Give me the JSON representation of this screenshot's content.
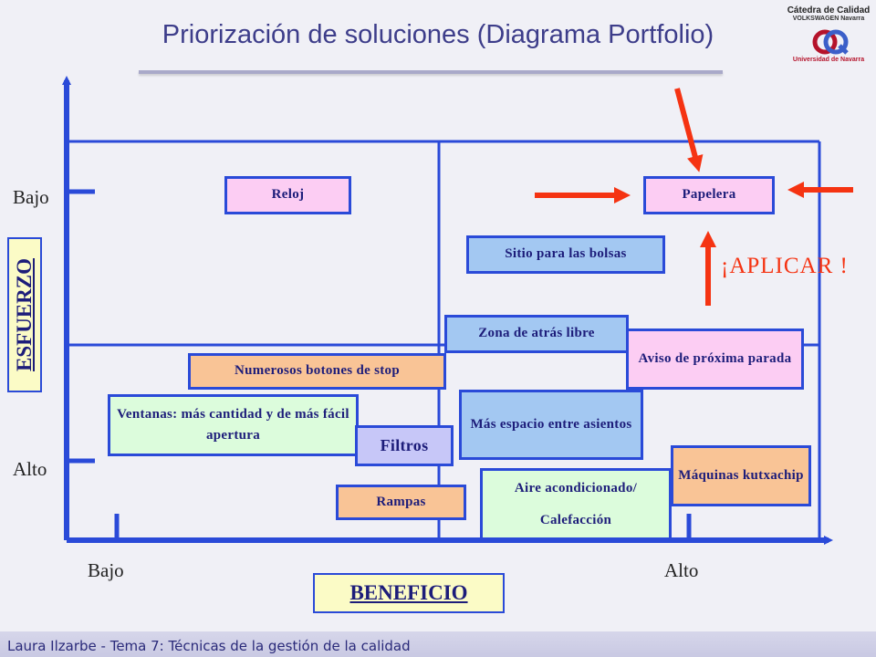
{
  "title": "Priorización de soluciones (Diagrama Portfolio)",
  "logo": {
    "line1": "Cátedra de Calidad",
    "line2": "VOLKSWAGEN Navarra",
    "line3": "Universidad de Navarra"
  },
  "axes": {
    "y_label": "ESFUERZO",
    "x_label": "BENEFICIO",
    "y_ticks": [
      "Bajo",
      "Alto"
    ],
    "x_ticks": [
      "Bajo",
      "Alto"
    ]
  },
  "call_to_action": "¡APLICAR !",
  "solutions": {
    "reloj": "Reloj",
    "papelera": "Papelera",
    "sitio_bolsas": "Sitio para las bolsas",
    "zona_atras": "Zona de atrás libre",
    "aviso_parada": "Aviso de próxima parada",
    "botones_stop": "Numerosos botones de stop",
    "ventanas": "Ventanas: más cantidad y de  más fácil apertura",
    "espacio_asientos": "Más espacio entre asientos",
    "filtros": "Filtros",
    "maquinas": "Máquinas kutxachip",
    "aire": "Aire acondicionado/ Calefacción",
    "rampas": "Rampas"
  },
  "colors": {
    "axis": "#2a4ad8",
    "arrow": "#f53312",
    "title": "#3d3d8a",
    "pink": "#fccdf3",
    "blue": "#a3c8f2",
    "orange": "#f9c496",
    "green": "#dcfcdc",
    "lavender": "#c7c7f8",
    "label_bg": "#fbfbc6"
  },
  "footer": "Laura Ilzarbe - Tema 7: Técnicas de la gestión de la calidad"
}
